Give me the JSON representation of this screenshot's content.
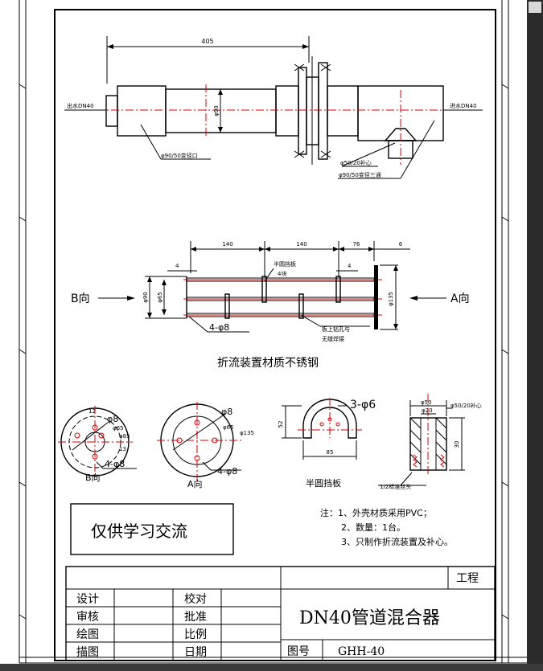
{
  "top_view": {
    "dim_length": "405",
    "dim_dia": "φ90",
    "outlet_label": "出水DN40",
    "inlet_label": "进水DN40",
    "callout_reducer": "φ90/50变径口",
    "callout_patch": "φ50/20补心",
    "callout_tee": "φ90/50变径三通"
  },
  "baffle_view": {
    "dim_140a": "140",
    "dim_140b": "140",
    "dim_76": "76",
    "dim_6": "6",
    "dim_4a": "4",
    "dim_4b": "4",
    "plate_label": "半圆挡板",
    "plate_count": "4块",
    "dim_90": "φ90",
    "dim_65": "φ65",
    "dim_135": "φ135",
    "holes_label": "4-φ8",
    "weld_label_1": "板上钻孔与",
    "weld_label_2": "无缝焊接",
    "dir_b": "B向",
    "dir_a": "A向",
    "material_note": "折流装置材质不锈钢"
  },
  "detail_b": {
    "d8": "φ8",
    "d12": "12",
    "d65": "φ65",
    "d85": "φ85",
    "d13": "13",
    "holes": "4-φ8",
    "caption": "B向"
  },
  "detail_a": {
    "d8": "φ8",
    "d65": "φ65",
    "d135": "φ135",
    "holes": "4-φ8",
    "caption": "A向"
  },
  "half_plate": {
    "holes": "3-φ6",
    "dim_52": "52",
    "dim_85": "85",
    "caption": "半圆挡板"
  },
  "patch": {
    "dim_50": "φ50",
    "dim_20": "φ20",
    "dim_30": "30",
    "callout": "φ50/20补心",
    "thread": "1/2标准丝头"
  },
  "watermark": "仅供学习交流",
  "notes": [
    "注：1、外壳材质采用PVC；",
    "2、数量：1台。",
    "3、只制作折流装置及补心。"
  ],
  "title_block": {
    "project": "工程",
    "design": "设计",
    "check": "校对",
    "review": "审核",
    "approve": "批准",
    "draw": "绘图",
    "scale": "比例",
    "trace": "描图",
    "date": "日期",
    "title": "DN40管道混合器",
    "drawing_no_label": "图号",
    "drawing_no": "GHH-40"
  }
}
